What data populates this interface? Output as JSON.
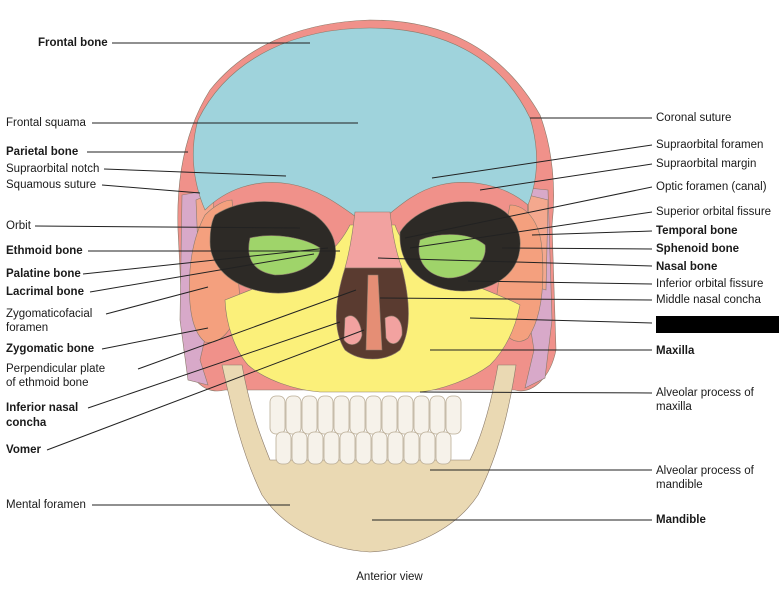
{
  "colors": {
    "frontal": "#9fd3dc",
    "parietal": "#f0918a",
    "sphenoid": "#d8a9c9",
    "temporal": "#f4a88e",
    "zygomatic": "#f4a07e",
    "maxilla": "#fbf07a",
    "nasal": "#f2a2a0",
    "ethmoid": "#9fd46a",
    "mandible": "#ead9b3",
    "teeth": "#f6f2ea",
    "vomer": "#e58e75",
    "label_line": "#222222"
  },
  "labels_left": [
    {
      "text": "Frontal bone",
      "bold": true
    },
    {
      "text": "Frontal squama",
      "bold": false
    },
    {
      "text": "Parietal bone",
      "bold": true
    },
    {
      "text": "Supraorbital notch",
      "bold": false
    },
    {
      "text": "Squamous suture",
      "bold": false
    },
    {
      "text": "Orbit",
      "bold": false
    },
    {
      "text": "Ethmoid bone",
      "bold": true
    },
    {
      "text": "Palatine bone",
      "bold": true
    },
    {
      "text": "Lacrimal bone",
      "bold": true
    },
    {
      "text": "Zygomaticofacial foramen",
      "bold": false
    },
    {
      "text": "Zygomatic bone",
      "bold": true
    },
    {
      "text": "Perpendicular plate of ethmoid bone",
      "bold": false
    },
    {
      "text": "Inferior nasal concha",
      "bold": true
    },
    {
      "text": "Vomer",
      "bold": true
    },
    {
      "text": "Mental foramen",
      "bold": false
    }
  ],
  "labels_right": [
    {
      "text": "Coronal suture",
      "bold": false
    },
    {
      "text": "Supraorbital foramen",
      "bold": false
    },
    {
      "text": "Supraorbital margin",
      "bold": false
    },
    {
      "text": "Optic foramen (canal)",
      "bold": false
    },
    {
      "text": "Superior orbital fissure",
      "bold": false
    },
    {
      "text": "Temporal bone",
      "bold": true
    },
    {
      "text": "Sphenoid bone",
      "bold": true
    },
    {
      "text": "Nasal bone",
      "bold": true
    },
    {
      "text": "Inferior orbital fissure",
      "bold": false
    },
    {
      "text": "Middle nasal concha",
      "bold": false
    },
    {
      "text": "Maxilla",
      "bold": true
    },
    {
      "text": "Alveolar process of maxilla",
      "bold": false
    },
    {
      "text": "Alveolar process of mandible",
      "bold": false
    },
    {
      "text": "Mandible",
      "bold": true
    }
  ],
  "caption": "Anterior view"
}
